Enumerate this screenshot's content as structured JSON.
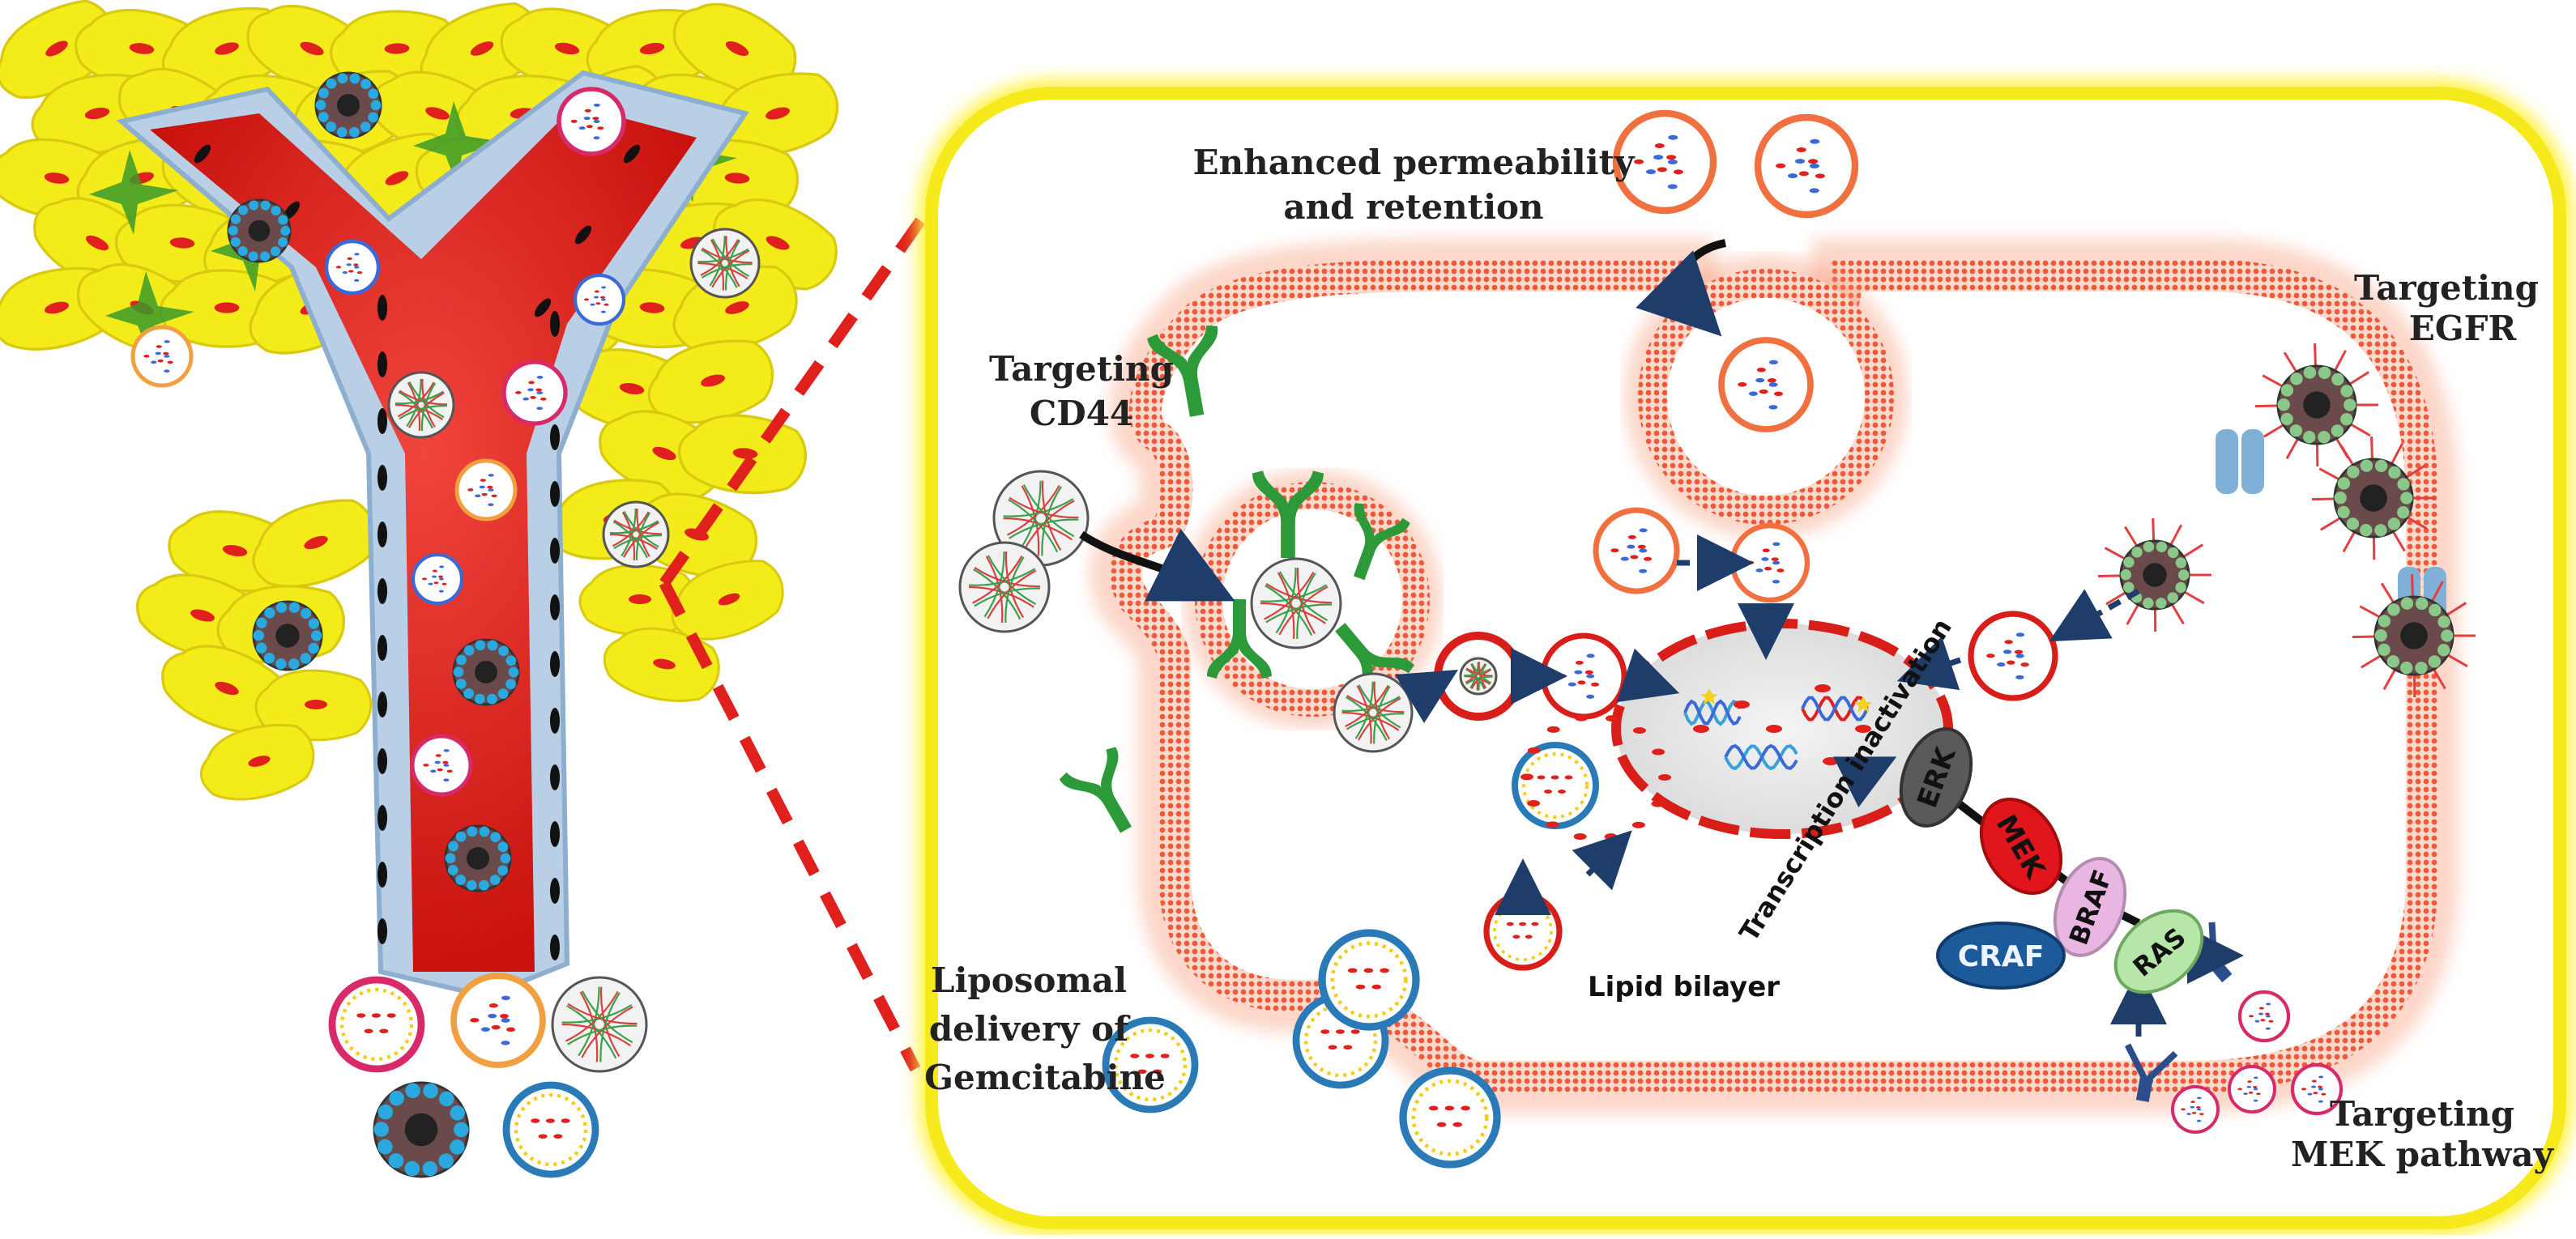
{
  "labels": {
    "epr_line1": "Enhanced permeability",
    "epr_line2": "and retention",
    "cd44_line1": "Targeting",
    "cd44_line2": "CD44",
    "egfr_line1": "Targeting",
    "egfr_line2": "EGFR",
    "lipo_line1": "Liposomal",
    "lipo_line2": "delivery of",
    "lipo_line3": "Gemcitabine",
    "mek_line1": "Targeting",
    "mek_line2": "MEK pathway",
    "lipid_bilayer": "Lipid bilayer",
    "transcription": "Transcription inactivation"
  },
  "pathway": {
    "erk": "ERK",
    "mek": "MEK",
    "braf": "BRAF",
    "craf": "CRAF",
    "ras": "RAS"
  },
  "colors": {
    "vessel": "#e0201c",
    "tumor_cell": "#f4ec1a",
    "cell_border_glow": "#fff34a",
    "membrane": "#ef5a3a",
    "dashed_link": "#e0201c",
    "erk": "#555555",
    "mek": "#e0161c",
    "braf": "#e8b6e0",
    "craf": "#1d5a9a",
    "ras": "#b6e6a8",
    "receptor_green": "#2d9a3a",
    "receptor_blue": "#7fb0d8"
  }
}
